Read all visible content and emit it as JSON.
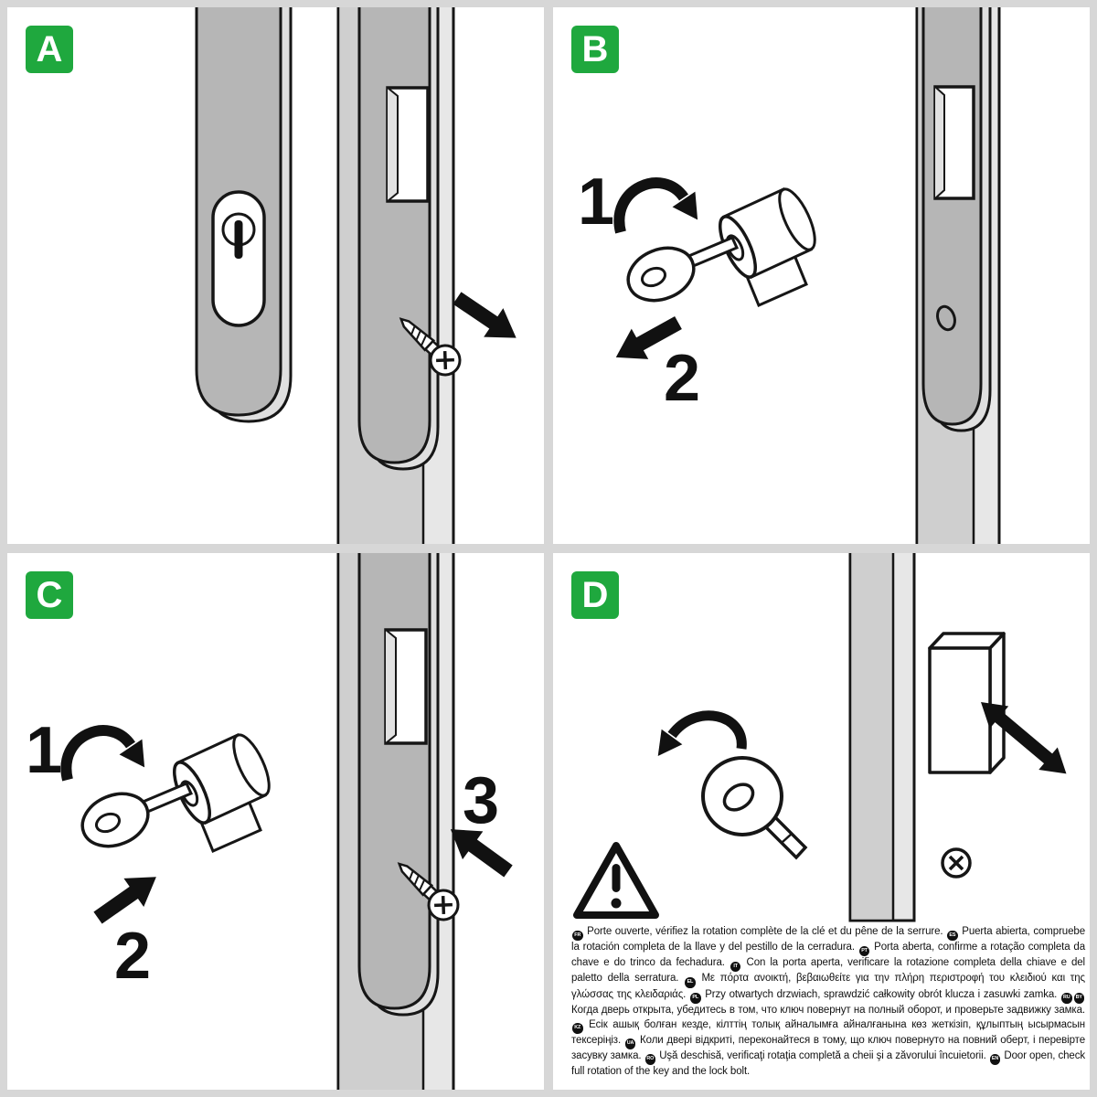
{
  "colors": {
    "badge_green": "#1fa83e",
    "line_black": "#111111",
    "plate_gray": "#b6b6b6",
    "door_face_gray": "#cfcfcf",
    "door_edge_gray": "#e7e7e7",
    "panel_background": "#ffffff",
    "frame_gray": "#d7d7d7"
  },
  "panels": {
    "a": {
      "label": "A"
    },
    "b": {
      "label": "B",
      "steps": {
        "rotate": "1",
        "remove": "2"
      }
    },
    "c": {
      "label": "C",
      "steps": {
        "rotate": "1",
        "insert": "2",
        "screw": "3"
      }
    },
    "d": {
      "label": "D"
    }
  },
  "instructions": [
    {
      "langs": [
        "FR"
      ],
      "text": "Porte ouverte, vérifiez la rotation complète de la clé et du pêne de la serrure."
    },
    {
      "langs": [
        "ES"
      ],
      "text": "Puerta abierta, compruebe la rotación completa de la llave y del pestillo de la cerradura."
    },
    {
      "langs": [
        "PT"
      ],
      "text": "Porta aberta, confirme a rotação completa da chave e do trinco da fechadura."
    },
    {
      "langs": [
        "IT"
      ],
      "text": "Con la porta aperta, verificare la rotazione completa della chiave e del paletto della serratura."
    },
    {
      "langs": [
        "EL"
      ],
      "text": "Με πόρτα ανοικτή, βεβαιωθείτε για την πλήρη περιστροφή του κλειδιού και της γλώσσας της κλειδαριάς."
    },
    {
      "langs": [
        "PL"
      ],
      "text": "Przy otwartych drzwiach, sprawdzić całkowity obrót klucza i zasuwki zamka."
    },
    {
      "langs": [
        "RU",
        "BY"
      ],
      "text": "Когда дверь открыта, убедитесь в том, что ключ повернут на полный оборот, и проверьте задвижку замка."
    },
    {
      "langs": [
        "KZ"
      ],
      "text": "Есік ашық болған кезде, кілттің толық айналымға айналғанына көз жеткізіп, құлыптың ысырмасын тексеріңіз."
    },
    {
      "langs": [
        "UA"
      ],
      "text": "Коли двері відкриті, переконайтеся в тому, що ключ повернуто на повний оберт, і перевірте засувку замка."
    },
    {
      "langs": [
        "RO"
      ],
      "text": "Uşă deschisă, verificaţi rotaţia completă a cheii şi a zăvorului încuietorii."
    },
    {
      "langs": [
        "EN"
      ],
      "text": "Door open, check full rotation of the key and the lock bolt."
    }
  ]
}
